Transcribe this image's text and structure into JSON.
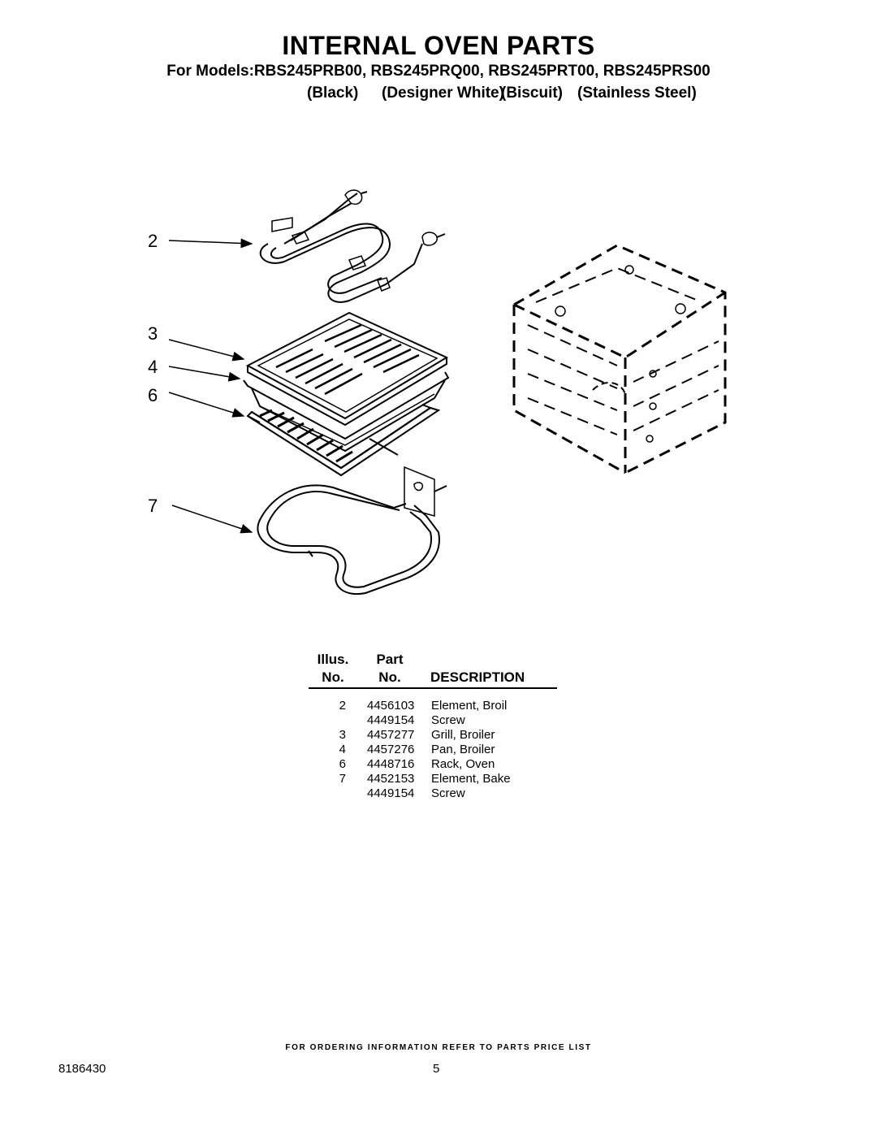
{
  "header": {
    "title": "INTERNAL OVEN PARTS",
    "models": "For Models:RBS245PRB00, RBS245PRQ00, RBS245PRT00, RBS245PRS00",
    "finishes": [
      "(Black)",
      "(Designer White)",
      "(Biscuit)",
      "(Stainless Steel)"
    ]
  },
  "callouts": [
    "2",
    "3",
    "4",
    "6",
    "7"
  ],
  "table": {
    "head": {
      "illus_line1": "Illus.",
      "illus_line2": "No.",
      "part_line1": "Part",
      "part_line2": "No.",
      "description": "DESCRIPTION"
    },
    "rows": [
      {
        "illus": "2",
        "part": "4456103",
        "description": "Element, Broil"
      },
      {
        "illus": "",
        "part": "4449154",
        "description": "Screw"
      },
      {
        "illus": "3",
        "part": "4457277",
        "description": "Grill, Broiler"
      },
      {
        "illus": "4",
        "part": "4457276",
        "description": "Pan, Broiler"
      },
      {
        "illus": "6",
        "part": "4448716",
        "description": "Rack, Oven"
      },
      {
        "illus": "7",
        "part": "4452153",
        "description": "Element, Bake"
      },
      {
        "illus": "",
        "part": "4449154",
        "description": "Screw"
      }
    ]
  },
  "footer": {
    "note": "FOR ORDERING INFORMATION REFER TO PARTS PRICE LIST",
    "doc_number": "8186430",
    "page_number": "5"
  }
}
